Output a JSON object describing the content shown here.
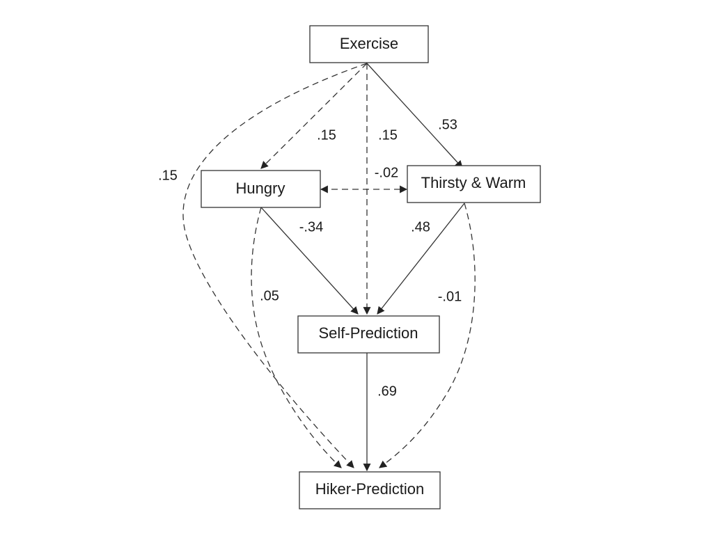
{
  "nodes": {
    "exercise": "Exercise",
    "hungry": "Hungry",
    "thirsty": "Thirsty & Warm",
    "self": "Self-Prediction",
    "hiker": "Hiker-Prediction"
  },
  "coefficients": {
    "exercise_hungry": ".15",
    "exercise_self": ".15",
    "exercise_thirsty": ".53",
    "exercise_hiker": ".15",
    "hungry_thirsty": "-.02",
    "hungry_self": "-.34",
    "thirsty_self": ".48",
    "hungry_hiker": ".05",
    "thirsty_hiker": "-.01",
    "self_hiker": ".69"
  },
  "edges": [
    {
      "id": "exercise-hungry",
      "from": "exercise",
      "to": "hungry",
      "style": "dashed",
      "coefficient": ".15"
    },
    {
      "id": "exercise-self",
      "from": "exercise",
      "to": "self",
      "style": "dashed",
      "coefficient": ".15"
    },
    {
      "id": "exercise-thirsty",
      "from": "exercise",
      "to": "thirsty",
      "style": "solid",
      "coefficient": ".53"
    },
    {
      "id": "exercise-hiker",
      "from": "exercise",
      "to": "hiker",
      "style": "dashed",
      "coefficient": ".15"
    },
    {
      "id": "hungry-thirsty",
      "from": "hungry",
      "to": "thirsty",
      "style": "dashed",
      "bidirectional": true,
      "coefficient": "-.02"
    },
    {
      "id": "hungry-self",
      "from": "hungry",
      "to": "self",
      "style": "solid",
      "coefficient": "-.34"
    },
    {
      "id": "thirsty-self",
      "from": "thirsty",
      "to": "self",
      "style": "solid",
      "coefficient": ".48"
    },
    {
      "id": "hungry-hiker",
      "from": "hungry",
      "to": "hiker",
      "style": "dashed",
      "coefficient": ".05"
    },
    {
      "id": "thirsty-hiker",
      "from": "thirsty",
      "to": "hiker",
      "style": "dashed",
      "coefficient": "-.01"
    },
    {
      "id": "self-hiker",
      "from": "self",
      "to": "hiker",
      "style": "solid",
      "coefficient": ".69"
    }
  ]
}
